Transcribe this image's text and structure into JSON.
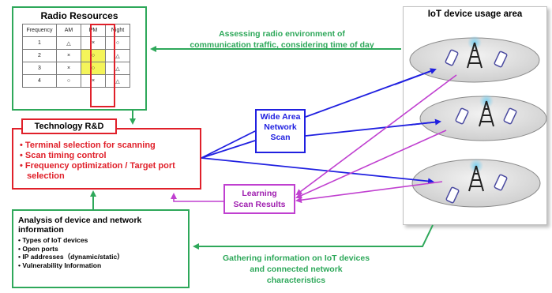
{
  "radio_resources": {
    "title": "Radio Resources",
    "columns": [
      "Frequency",
      "AM",
      "PM",
      "Night"
    ],
    "rows": [
      [
        "1",
        "△",
        "×",
        "○"
      ],
      [
        "2",
        "×",
        "○",
        "△"
      ],
      [
        "3",
        "×",
        "○",
        "△"
      ],
      [
        "4",
        "○",
        "×",
        "△"
      ]
    ]
  },
  "technology_rd": {
    "title": "Technology R&D",
    "items": [
      "Terminal selection for scanning",
      "Scan timing control",
      "Frequency optimization / Target port selection"
    ]
  },
  "wide_area_scan": {
    "lines": [
      "Wide Area",
      "Network",
      "Scan"
    ]
  },
  "learning": {
    "lines": [
      "Learning",
      "Scan Results"
    ]
  },
  "analysis": {
    "title": "Analysis of device and network information",
    "items": [
      "Types of IoT devices",
      "Open ports",
      "IP addresses（dynamic/static）",
      "Vulnerability Information"
    ]
  },
  "iot_area": {
    "title": "IoT device usage area"
  },
  "assessing_text": {
    "lines": [
      "Assessing radio environment of",
      "communication traffic, considering time of day"
    ]
  },
  "gathering_text": {
    "lines": [
      "Gathering information on IoT devices",
      "and connected network",
      "characteristics"
    ]
  },
  "colors": {
    "green": "#2ea85a",
    "red": "#e0202a",
    "blue": "#2020e0",
    "magenta": "#c040d0",
    "highlight": "#f4f45a"
  }
}
